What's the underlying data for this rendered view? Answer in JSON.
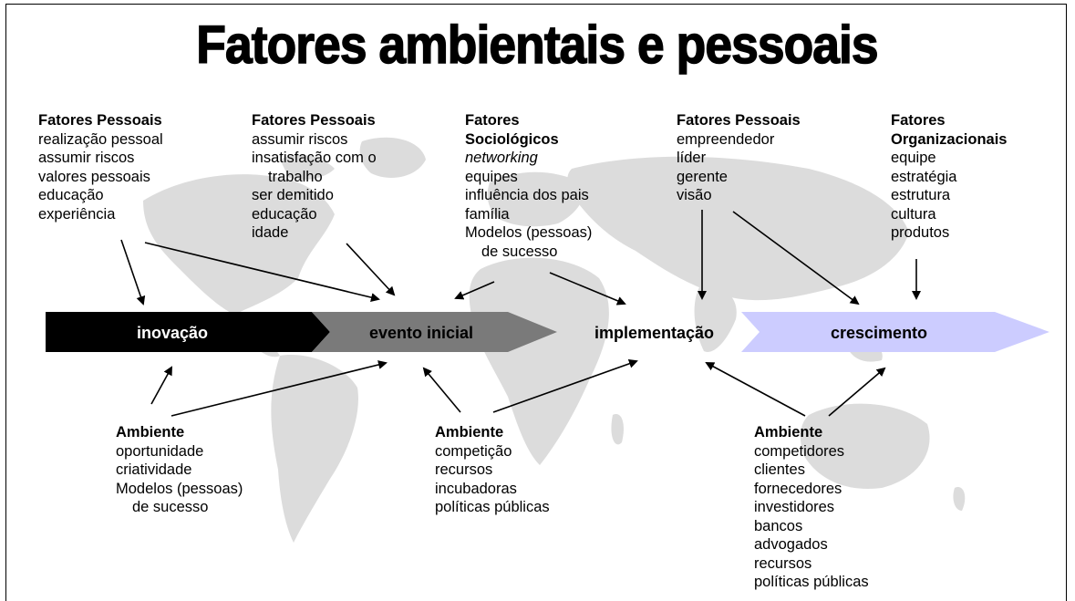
{
  "title": "Fatores ambientais e pessoais",
  "top_blocks": [
    {
      "heading": [
        "Fatores Pessoais"
      ],
      "lines": [
        {
          "t": "realização pessoal"
        },
        {
          "t": "assumir riscos"
        },
        {
          "t": "valores pessoais"
        },
        {
          "t": "educação"
        },
        {
          "t": "experiência"
        }
      ]
    },
    {
      "heading": [
        "Fatores Pessoais"
      ],
      "lines": [
        {
          "t": "assumir riscos"
        },
        {
          "t": "insatisfação com o"
        },
        {
          "t": "trabalho",
          "indent": true
        },
        {
          "t": "ser demitido"
        },
        {
          "t": "educação"
        },
        {
          "t": "idade"
        }
      ]
    },
    {
      "heading": [
        "Fatores",
        "Sociológicos"
      ],
      "lines": [
        {
          "t": "networking",
          "italic": true
        },
        {
          "t": "equipes"
        },
        {
          "t": "influência dos pais"
        },
        {
          "t": "família"
        },
        {
          "t": "Modelos (pessoas)"
        },
        {
          "t": "de sucesso",
          "indent": true
        }
      ]
    },
    {
      "heading": [
        "Fatores Pessoais"
      ],
      "lines": [
        {
          "t": "empreendedor"
        },
        {
          "t": "líder"
        },
        {
          "t": "gerente"
        },
        {
          "t": "visão"
        }
      ]
    },
    {
      "heading": [
        "Fatores",
        "Organizacionais"
      ],
      "lines": [
        {
          "t": "equipe"
        },
        {
          "t": "estratégia"
        },
        {
          "t": "estrutura"
        },
        {
          "t": "cultura"
        },
        {
          "t": "produtos"
        }
      ]
    }
  ],
  "stages": [
    "inovação",
    "evento inicial",
    "implementação",
    "crescimento"
  ],
  "bottom_blocks": [
    {
      "heading": [
        "Ambiente"
      ],
      "lines": [
        {
          "t": "oportunidade"
        },
        {
          "t": "criatividade"
        },
        {
          "t": "Modelos (pessoas)"
        },
        {
          "t": "de sucesso",
          "indent": true
        }
      ]
    },
    {
      "heading": [
        "Ambiente"
      ],
      "lines": [
        {
          "t": "competição"
        },
        {
          "t": "recursos"
        },
        {
          "t": "incubadoras"
        },
        {
          "t": "políticas públicas"
        }
      ]
    },
    {
      "heading": [
        "Ambiente"
      ],
      "lines": [
        {
          "t": "competidores"
        },
        {
          "t": "clientes"
        },
        {
          "t": "fornecedores"
        },
        {
          "t": "investidores"
        },
        {
          "t": "bancos"
        },
        {
          "t": "advogados"
        },
        {
          "t": "recursos"
        },
        {
          "t": "políticas públicas"
        }
      ]
    }
  ],
  "colors": {
    "stage_inovacao": "#000000",
    "stage_evento": "#7a7a7a",
    "stage_crescimento": "#ccccff",
    "map": "#dcdcdc",
    "text": "#000000"
  }
}
